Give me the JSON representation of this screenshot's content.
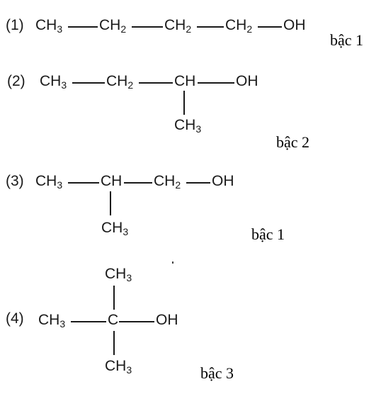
{
  "structures": [
    {
      "number": "(1)",
      "groups": {
        "a": "CH",
        "b": "CH",
        "c": "CH",
        "d": "CH",
        "oh": "OH"
      },
      "subs": {
        "a": "3",
        "b": "2",
        "c": "2",
        "d": "2"
      },
      "order_label": "bậc 1"
    },
    {
      "number": "(2)",
      "groups": {
        "a": "CH",
        "b": "CH",
        "c": "CH",
        "oh": "OH",
        "branch": "CH"
      },
      "subs": {
        "a": "3",
        "b": "2",
        "branch": "3"
      },
      "order_label": "bậc 2"
    },
    {
      "number": "(3)",
      "groups": {
        "a": "CH",
        "b": "CH",
        "c": "CH",
        "oh": "OH",
        "branch": "CH"
      },
      "subs": {
        "a": "3",
        "c": "2",
        "branch": "3"
      },
      "order_label": "bậc 1"
    },
    {
      "number": "(4)",
      "groups": {
        "top": "CH",
        "a": "CH",
        "c": "C",
        "oh": "OH",
        "bottom": "CH"
      },
      "subs": {
        "top": "3",
        "a": "3",
        "bottom": "3"
      },
      "order_label": "bậc 3"
    }
  ]
}
